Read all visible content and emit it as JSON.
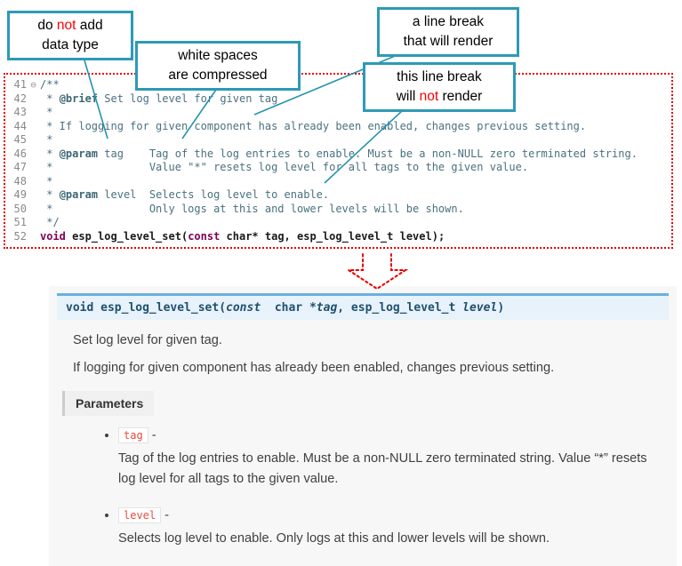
{
  "callouts": {
    "no_datatype": {
      "l1a": "do ",
      "l1_not": "not",
      "l1b": " add",
      "l2": "data type"
    },
    "whitespace": {
      "l1": "white spaces",
      "l2": "are  compressed"
    },
    "break_render": {
      "l1": "a line break",
      "l2": "that will render"
    },
    "break_norender": {
      "l1": "this line break",
      "l2a": "will ",
      "l2_not": "not",
      "l2b": " render"
    }
  },
  "code": {
    "lines": [
      {
        "num": "41",
        "fold": "⊖",
        "text": "/**"
      },
      {
        "num": "42",
        "pre": " * ",
        "tag": "@brief",
        "rest": " Set log level for given tag"
      },
      {
        "num": "43",
        "text": " *"
      },
      {
        "num": "44",
        "text": " * If logging for given component has already been enabled, changes previous setting."
      },
      {
        "num": "45",
        "text": " *"
      },
      {
        "num": "46",
        "pre": " * ",
        "tag": "@param",
        "rest": " tag    Tag of the log entries to enable. Must be a non-NULL zero terminated string."
      },
      {
        "num": "47",
        "text": " *               Value \"*\" resets log level for all tags to the given value."
      },
      {
        "num": "48",
        "text": " *"
      },
      {
        "num": "49",
        "pre": " * ",
        "tag": "@param",
        "rest": " level  Selects log level to enable."
      },
      {
        "num": "50",
        "text": " *               Only logs at this and lower levels will be shown."
      },
      {
        "num": "51",
        "text": " */"
      },
      {
        "num": "52",
        "kw1": "void",
        "mid1": " esp_log_level_set(",
        "kw2": "const",
        "rest": " char* tag, esp_log_level_t level);"
      }
    ]
  },
  "doc": {
    "signature": {
      "kw_void": "void ",
      "name": "esp_log_level_set",
      "open": "(",
      "kw_const": "const ",
      "ptr": " char *",
      "arg1": "tag",
      "mid": ", esp_log_level_t ",
      "arg2": "level",
      "close": ")"
    },
    "brief": "Set log level for given tag.",
    "description": "If logging for given component has already been enabled, changes previous setting.",
    "parameters_label": "Parameters",
    "params": [
      {
        "name": "tag",
        "sep": " -",
        "desc": "Tag of the log entries to enable. Must be a non-NULL zero terminated string. Value “*” resets log level for all tags to the given value."
      },
      {
        "name": "level",
        "sep": " -",
        "desc": "Selects log level to enable. Only logs at this and lower levels will be shown."
      }
    ]
  }
}
